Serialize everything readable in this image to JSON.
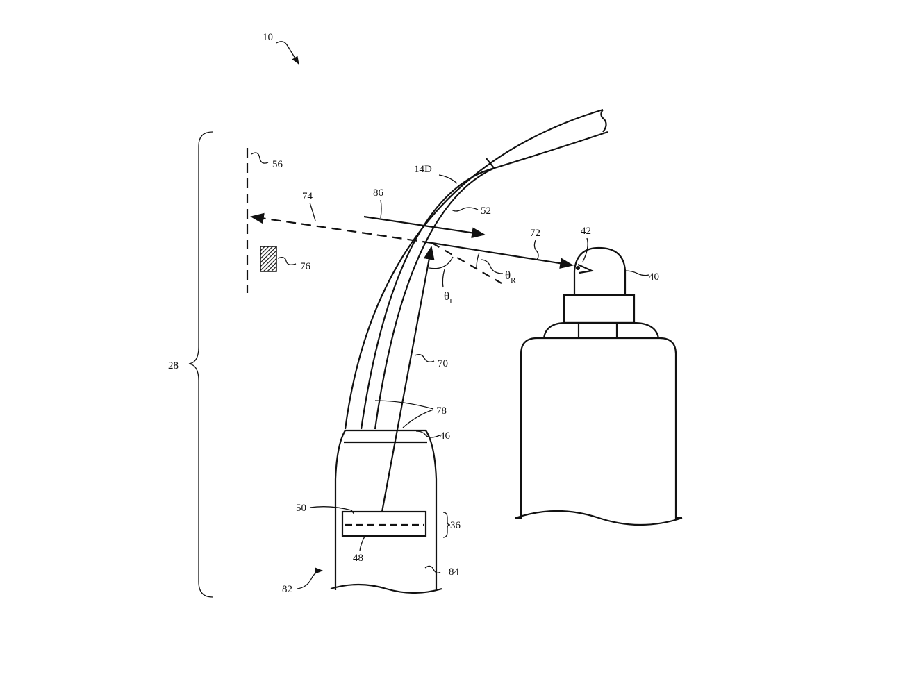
{
  "figure": {
    "labels": {
      "system": "10",
      "brace": "28",
      "screen": "56",
      "virtual_path": "74",
      "ambient": "86",
      "windshield": "14D",
      "coating": "52",
      "eye": "42",
      "reflected": "72",
      "occupant": "40",
      "object": "76",
      "theta_r": "θ",
      "theta_r_sub": "R",
      "theta_i": "θ",
      "theta_i_sub": "I",
      "incident": "70",
      "edges": "78",
      "band": "46",
      "display_top": "50",
      "display_group": "36",
      "display_bottom": "48",
      "dashboard_ref": "82",
      "dashboard": "84"
    }
  }
}
